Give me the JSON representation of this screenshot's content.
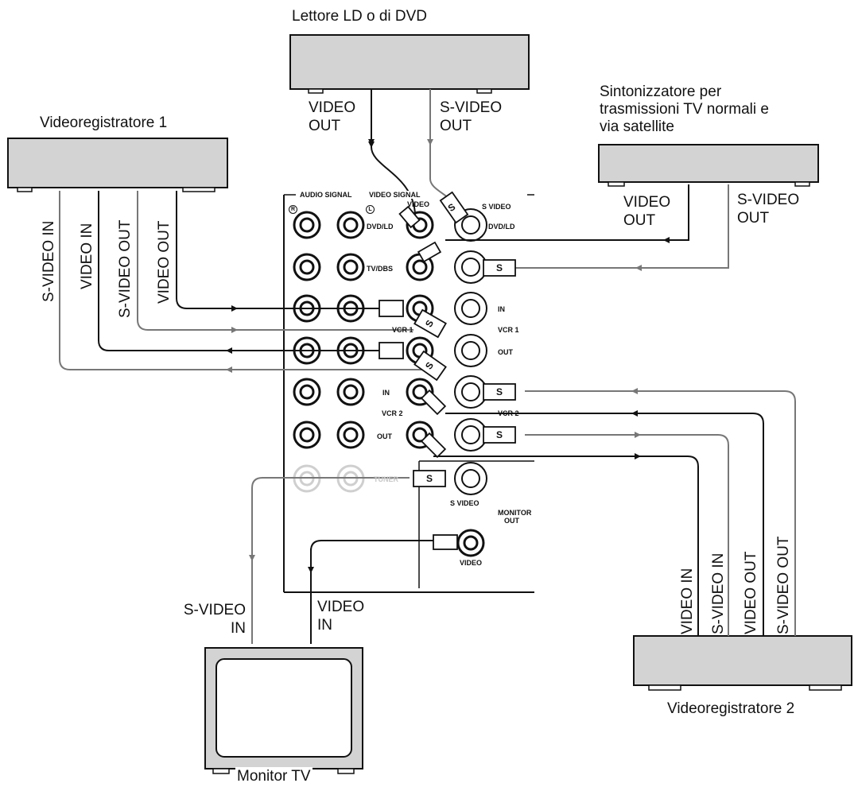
{
  "devices": {
    "dvd_player": "Lettore LD o di DVD",
    "vcr1": "Videoregistratore 1",
    "tuner": [
      "Sintonizzatore per",
      "trasmissioni TV normali e",
      "via satellite"
    ],
    "vcr2": "Videoregistratore 2",
    "monitor": "Monitor TV"
  },
  "cable_labels": {
    "dvd_video_out": [
      "VIDEO",
      "OUT"
    ],
    "dvd_svideo_out": [
      "S-VIDEO",
      "OUT"
    ],
    "tuner_video_out": [
      "VIDEO",
      "OUT"
    ],
    "tuner_svideo_out": [
      "S-VIDEO",
      "OUT"
    ],
    "monitor_svideo_in": [
      "S-VIDEO",
      "IN"
    ],
    "monitor_video_in": [
      "VIDEO",
      "IN"
    ],
    "vcr1_svideo_in": "S-VIDEO IN",
    "vcr1_video_in": "VIDEO IN",
    "vcr1_svideo_out": "S-VIDEO OUT",
    "vcr1_video_out": "VIDEO OUT",
    "vcr2_video_in": "VIDEO IN",
    "vcr2_svideo_in": "S-VIDEO IN",
    "vcr2_video_out": "VIDEO OUT",
    "vcr2_svideo_out": "S-VIDEO OUT"
  },
  "panel": {
    "audio_signal": "AUDIO SIGNAL",
    "video_signal": "VIDEO SIGNAL",
    "video": "VIDEO",
    "s_video": "S VIDEO",
    "dvd_ld": "DVD/LD",
    "tv_dbs": "TV/DBS",
    "vcr1": "VCR 1",
    "vcr2": "VCR 2",
    "in": "IN",
    "out": "OUT",
    "tuner": "TUNER",
    "monitor_out": [
      "MONITOR",
      "OUT"
    ],
    "s_video_bottom": "S VIDEO",
    "video_bottom": "VIDEO",
    "right_marker": "R",
    "left_marker": "L",
    "s_plug": "S"
  },
  "colors": {
    "line": "#111111",
    "gray_line": "#777777",
    "device_fill": "#d3d3d3",
    "faded_jack": "#cfcfcf"
  }
}
